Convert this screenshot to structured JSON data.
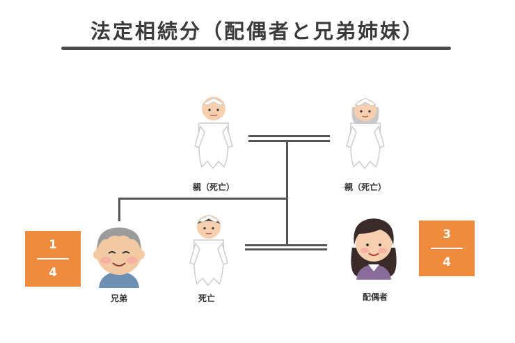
{
  "title": "法定相続分（配偶者と兄弟姉妹）",
  "labels": {
    "parent_left": "親（死亡）",
    "parent_right": "親（死亡）",
    "sibling": "兄弟",
    "deceased": "死亡",
    "spouse": "配偶者"
  },
  "shares": {
    "sibling": {
      "numerator": "1",
      "denominator": "4"
    },
    "spouse": {
      "numerator": "3",
      "denominator": "4"
    }
  },
  "colors": {
    "share_box": "#f08a3c",
    "lines": "#555555"
  },
  "icons": [
    "ghost-parent-icon",
    "ghost-parent-icon",
    "elderly-man-icon",
    "ghost-icon",
    "woman-icon"
  ]
}
